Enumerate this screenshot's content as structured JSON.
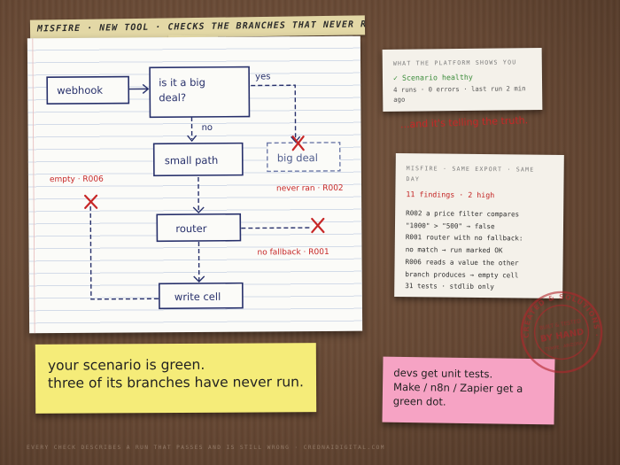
{
  "header": {
    "title": "MISFIRE · NEW TOOL · CHECKS THE BRANCHES THAT NEVER RAN"
  },
  "diagram": {
    "nodes": {
      "webhook": "webhook",
      "big_deal_line1": "is it a big",
      "big_deal_line2": "deal?",
      "small_path": "small path",
      "big_deal_branch": "big deal",
      "router": "router",
      "write_cell": "write cell"
    },
    "edge_labels": {
      "yes": "yes",
      "no": "no"
    },
    "annotations": {
      "never_ran": "never ran · R002",
      "empty": "empty · R006",
      "no_fallback": "no fallback · R001"
    }
  },
  "platform_card": {
    "caption": "WHAT THE PLATFORM SHOWS YOU",
    "status": "✓ Scenario healthy",
    "stats_line1": "4 runs · 0 errors · last run 2 min",
    "stats_line2": "ago"
  },
  "scrawl": "...and it's telling the truth.",
  "misfire_card": {
    "caption_line1": "MISFIRE · SAME EXPORT · SAME",
    "caption_line2": "DAY",
    "findings": "11 findings · 2 high",
    "body": "R002 a price filter compares\n\"1000\" > \"500\" → false\nR001 router with no fallback:\nno match → run marked OK\nR006 reads a value the other\nbranch produces → empty cell\n31 tests · stdlib only"
  },
  "sticky_yellow": {
    "line1": "your scenario is green.",
    "line2": "three of its branches have never run."
  },
  "sticky_pink": {
    "line1": "devs get unit tests.",
    "line2": "Make / n8n / Zapier get a",
    "line3": "green dot."
  },
  "stamp": {
    "ring": "CREATED & SOLUTIONS · ",
    "inner_top": "BUILT & TESTED",
    "center": "BY HAND",
    "bottom": "TEMPE · ARIZONA"
  },
  "footer": "EVERY CHECK DESCRIBES A RUN THAT PASSES AND IS STILL WRONG · CREDNAIDIGITAL.COM",
  "colors": {
    "ink": "#27306b",
    "red": "#c72727",
    "dash": "#6e7aa8",
    "yellow": "#f5ec79",
    "pink": "#f6a3c4"
  }
}
